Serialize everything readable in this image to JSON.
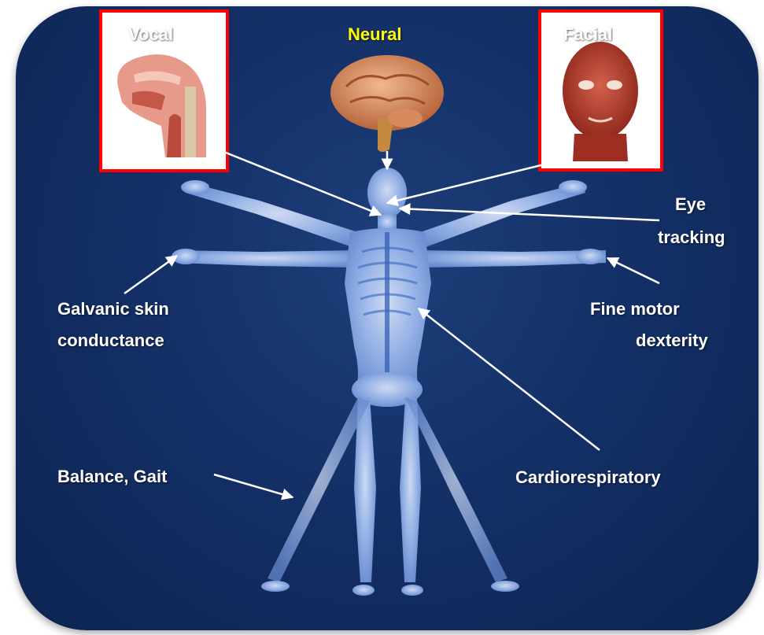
{
  "labels": {
    "vocal": "Vocal",
    "neural": "Neural",
    "facial": "Facial",
    "eye_tracking": [
      "Eye",
      "tracking"
    ],
    "galvanic": [
      "Galvanic skin",
      "conductance"
    ],
    "fine_motor": [
      "Fine motor",
      "dexterity"
    ],
    "balance": "Balance, Gait",
    "cardio": "Cardiorespiratory"
  },
  "colors": {
    "background": "#143067",
    "highlight_box": "#ff0000",
    "neural_label": "#ffff00",
    "body": "#9ab8ee"
  },
  "icons": [
    "vocal-tract-illustration",
    "brain-illustration",
    "facial-muscles-illustration",
    "human-body-skeleton-illustration"
  ]
}
